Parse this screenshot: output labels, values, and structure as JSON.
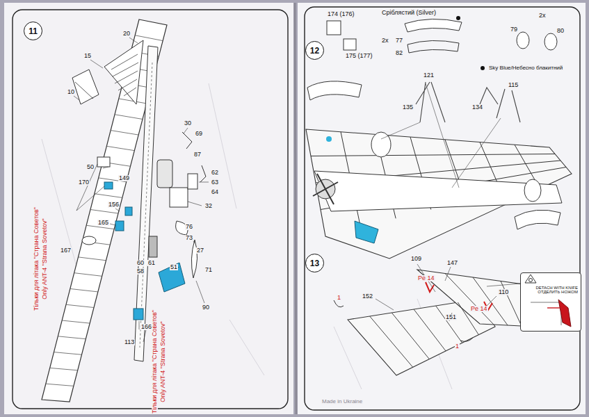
{
  "diagram": {
    "nodes": [
      {
        "text": [
          "11"
        ]
      },
      {
        "text": [
          "12"
        ]
      },
      {
        "text": [
          "13"
        ]
      },
      {
        "text": [
          "DETACH WITH KNIFE",
          "ОТДЕЛИТЬ НОЖОМ"
        ]
      }
    ],
    "labels": [
      "20",
      "15",
      "10",
      "Тільки для літака \"Страна Советов\"",
      "Only ANT-4 \"Strana Sovetov\"",
      "50",
      "170",
      "149",
      "156",
      "165",
      "167",
      "30",
      "69",
      "87",
      "62",
      "63",
      "64",
      "32",
      "76",
      "73",
      "27",
      "60",
      "61",
      "58",
      "51",
      "71",
      "90",
      "166",
      "113",
      "Тільки для літака \"Страна Советов\"",
      "Only ANT-4 \"Strana Sovetov\"",
      "174 (176)",
      "175 (177)",
      "Сріблястий (Silver)",
      "2x",
      "77",
      "82",
      "2x",
      "79",
      "80",
      "Sky Blue/Небесно блакитний",
      "121",
      "135",
      "134",
      "115",
      "109",
      "147",
      "Pe 14",
      "1",
      "152",
      "110",
      "Pe 14",
      "151",
      "1",
      "Made in Ukraine"
    ]
  }
}
